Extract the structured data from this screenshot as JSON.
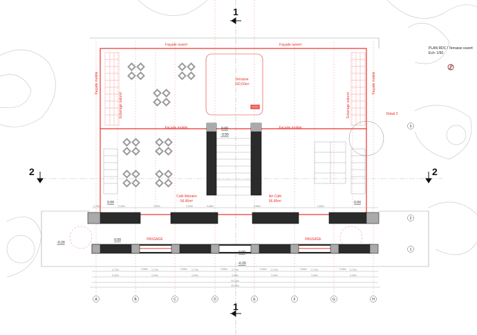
{
  "title_block": {
    "title": "PLAN RDC  / Terrasse ouvert",
    "scale": "Ech: 1/50"
  },
  "labels": {
    "facade_ouvert": "Façade ouvert",
    "facade_mobile": "Façade mobile",
    "eclairage": "Eclairage naturel",
    "terrasse": "Terrasse",
    "terrasse_area": "160.60m²",
    "cafe": "Café littéraire",
    "cafe_area": "56.90m²",
    "art": "Art Café",
    "art_area": "56.90m²",
    "passage": "PASSAGE",
    "detail": "Détail 2"
  },
  "levels": {
    "zero": "0.00",
    "minus350": "-3.50",
    "minus020": "-0.20"
  },
  "section_marks": {
    "a": "1",
    "b": "2"
  },
  "grid_axes": [
    "A",
    "B",
    "C",
    "D",
    "E",
    "F",
    "G",
    "H"
  ],
  "grid_rows": [
    "1",
    "2",
    "3"
  ],
  "dimensions": {
    "bay": "2,72m",
    "col": "0,68m",
    "axis": "3,40m",
    "inner_total": "24,34m",
    "total": "25,43m",
    "small": "1,78m",
    "door": "2,60m",
    "room": "3,03m"
  }
}
